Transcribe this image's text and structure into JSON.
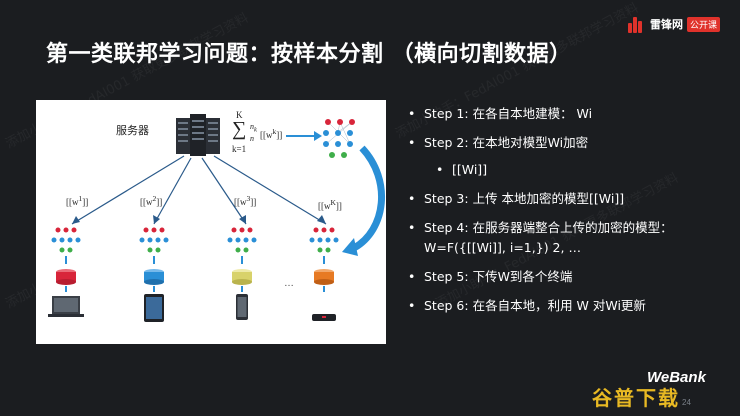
{
  "title": "第一类联邦学习问题：按样本分割 （横向切割数据）",
  "brand": {
    "logo_name": "雷锋网",
    "logo_badge": "公开课",
    "accent": "#e0322b",
    "webank": "WeBank",
    "download_badge": "谷普下载",
    "page_number": "24"
  },
  "watermark_text": "添加小助手：FedAI001 获取更多联邦学习资料",
  "figure": {
    "server_label": "服务器",
    "sum_top": "K",
    "sum_bottom": "k=1",
    "sum_term": "[[w",
    "sum_frac_num": "n",
    "sum_frac_den": "n",
    "client_labels": [
      "[[w",
      "[[w",
      "[[w",
      "[[w"
    ],
    "client_sup": [
      "1",
      "2",
      "3",
      "K"
    ],
    "ellipsis": "…",
    "client_db_colors": [
      "#d8253a",
      "#2a8fd6",
      "#d8d26a",
      "#e77a23"
    ],
    "client_devices": [
      "laptop-icon",
      "tablet-icon",
      "phone-icon",
      "router-icon"
    ]
  },
  "steps": [
    {
      "text": "Step 1: 在各自本地建模：  Wi",
      "sub": false
    },
    {
      "text": "Step 2: 在本地对模型Wi加密",
      "sub": false
    },
    {
      "text": "[[Wi]]",
      "sub": true
    },
    {
      "text": "Step 3: 上传 本地加密的模型[[Wi]]",
      "sub": false
    },
    {
      "text": "Step 4: 在服务器端整合上传的加密的模型：",
      "sub": false
    },
    {
      "text": "W=F({[[Wi]], i=1,}) 2, …",
      "sub": false,
      "continuation": true
    },
    {
      "text": "Step 5: 下传W到各个终端",
      "sub": false
    },
    {
      "text": "Step 6: 在各自本地，利用 W 对Wi更新",
      "sub": false
    }
  ],
  "bullet": "•"
}
